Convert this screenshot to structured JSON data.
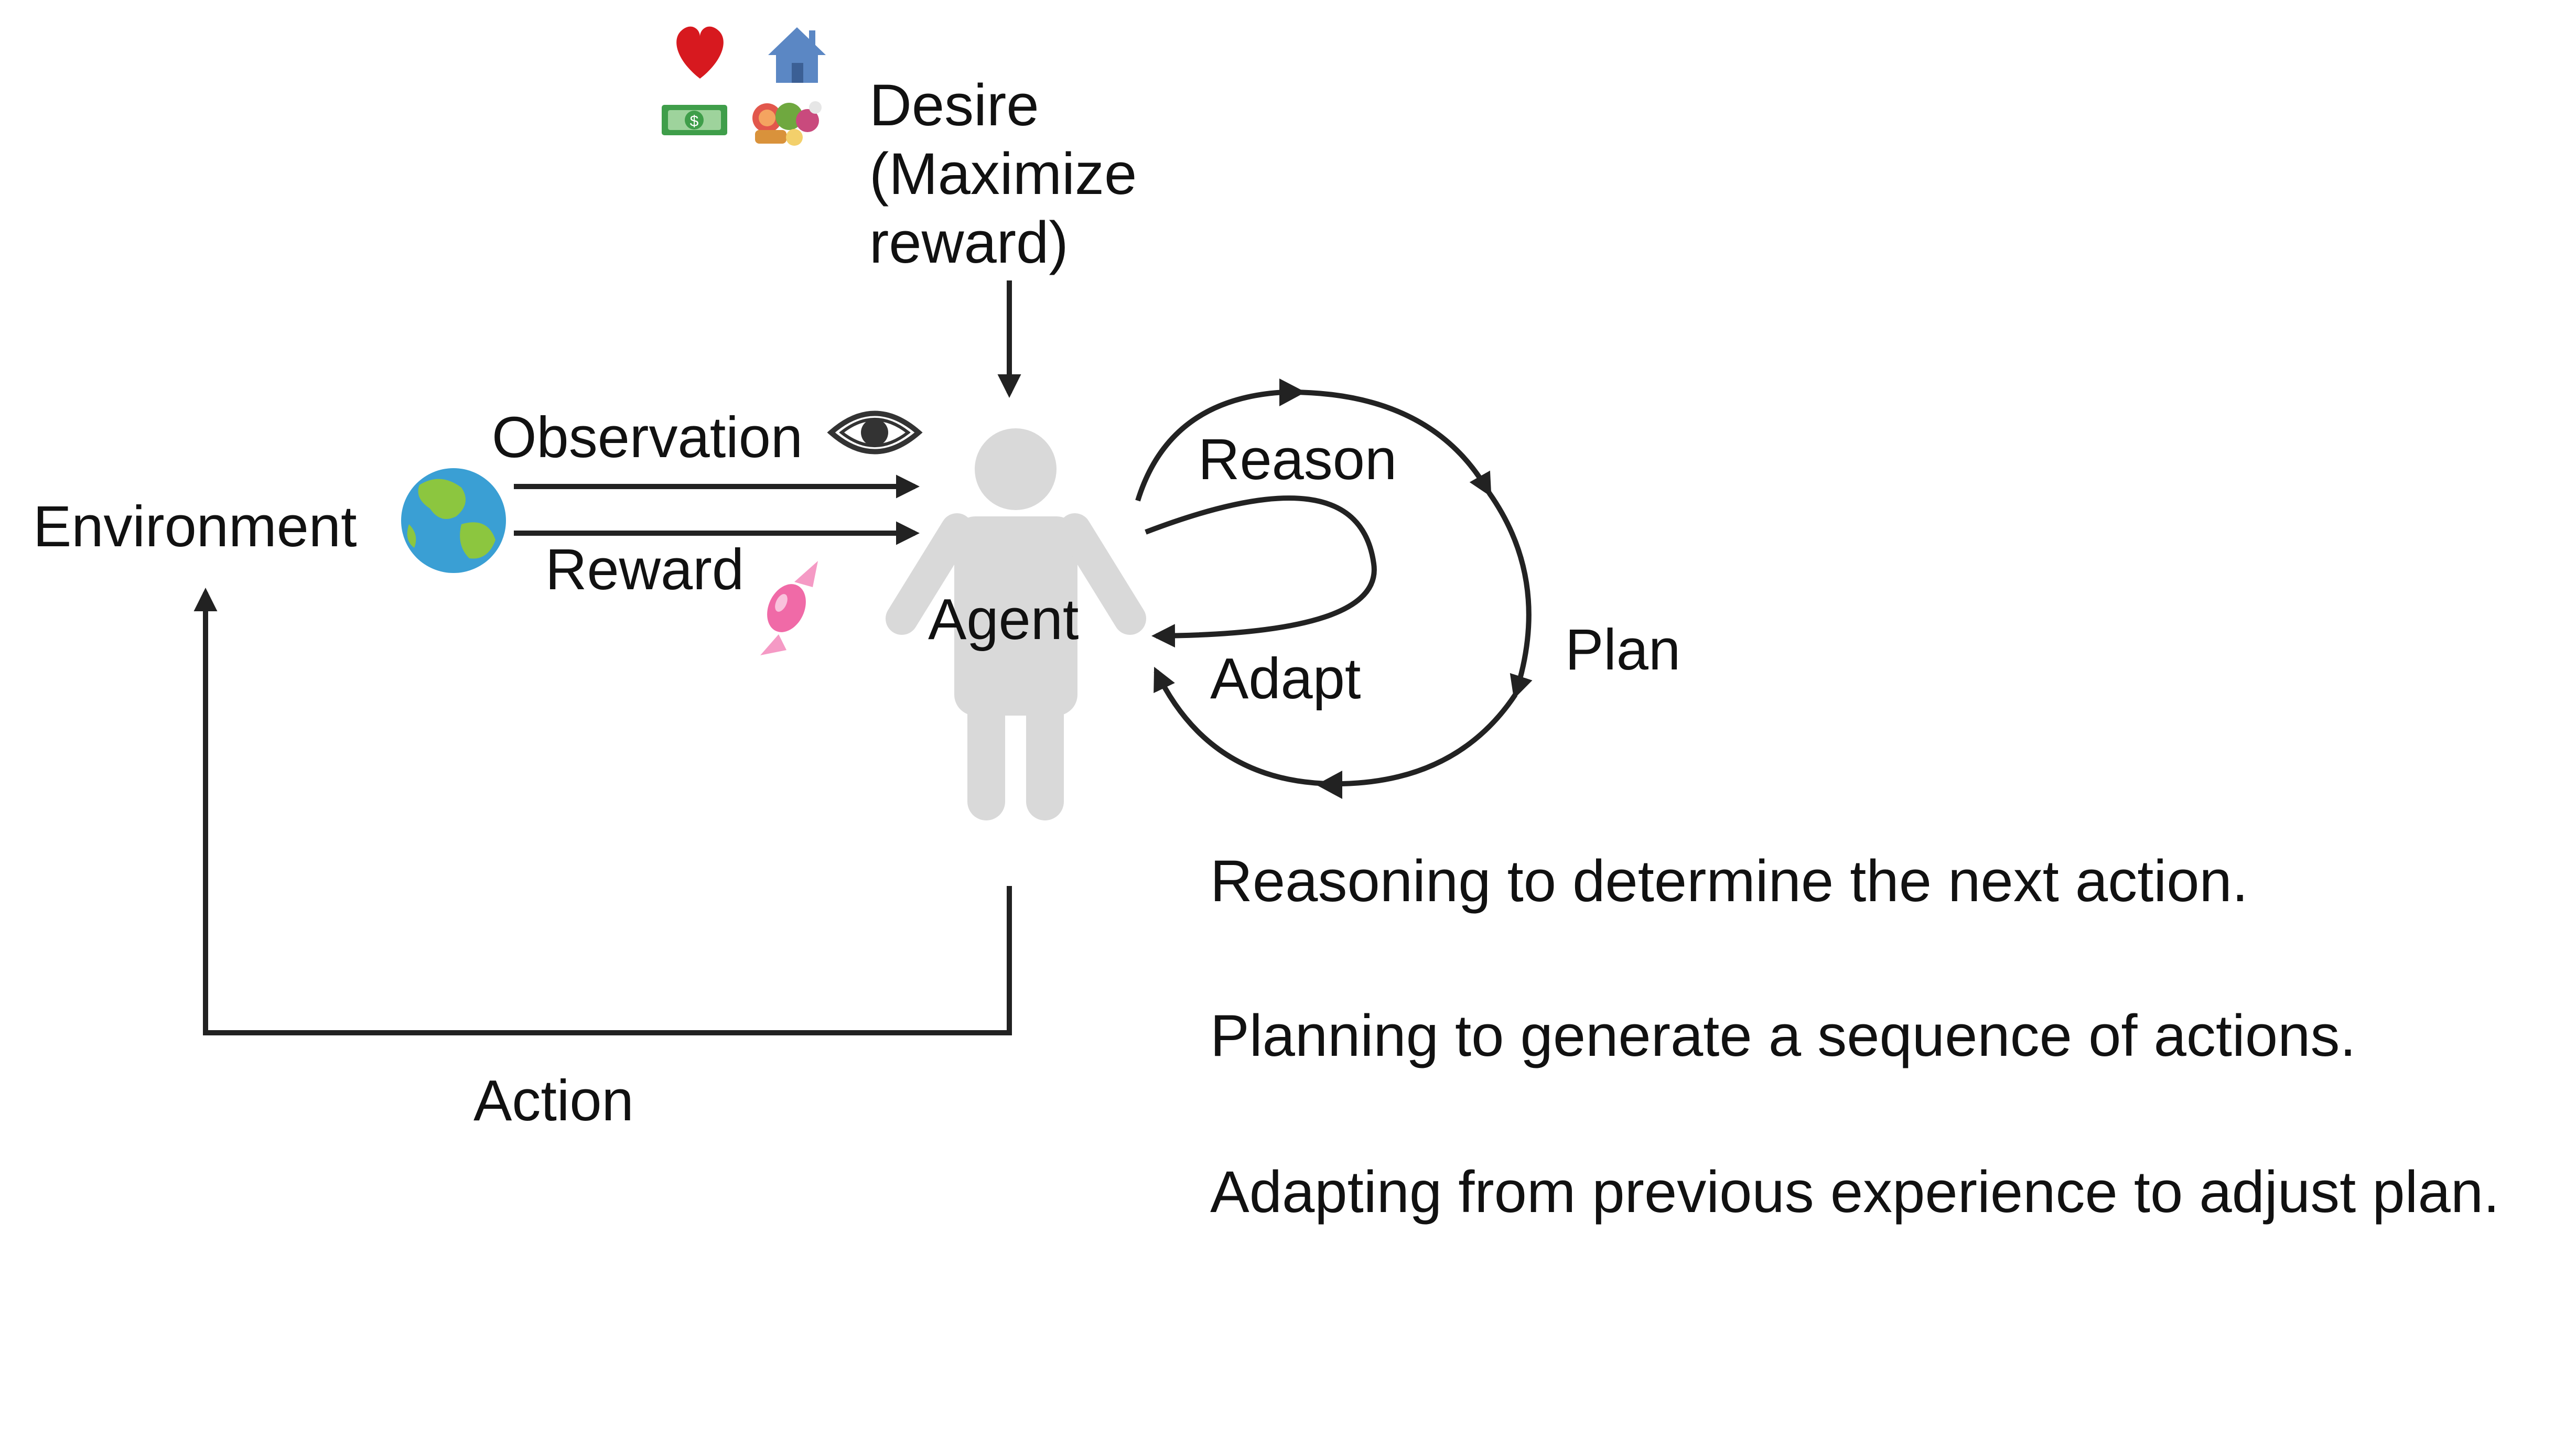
{
  "diagram": {
    "desire_label": "Desire\n(Maximize\nreward)",
    "observation_label": "Observation",
    "reward_label": "Reward",
    "environment_label": "Environment",
    "agent_label": "Agent",
    "action_label": "Action",
    "reason_label": "Reason",
    "plan_label": "Plan",
    "adapt_label": "Adapt",
    "descriptions": [
      "Reasoning to determine the next action.",
      "Planning to generate a sequence of actions.",
      "Adapting from previous experience to adjust plan."
    ]
  },
  "colors": {
    "arrow": "#222222",
    "agent_figure": "#d9d9d9",
    "heart": "#d7191f",
    "house": "#5b87c4",
    "money": "#3f9e4a",
    "candy": "#f06aa7",
    "globe_ocean": "#3a9fd4",
    "globe_land": "#8cc63f"
  },
  "icons": [
    "heart-icon",
    "house-icon",
    "money-icon",
    "food-icon",
    "eye-icon",
    "globe-icon",
    "candy-icon",
    "person-icon"
  ]
}
